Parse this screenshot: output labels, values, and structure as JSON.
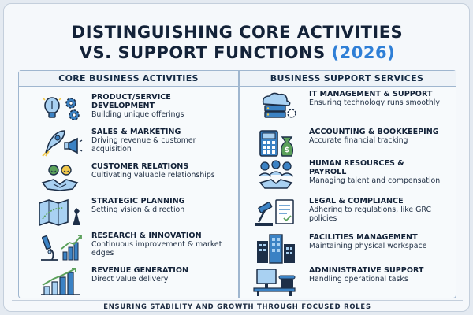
{
  "title": {
    "line1": "DISTINGUISHING CORE ACTIVITIES",
    "line2": "VS. SUPPORT FUNCTIONS",
    "year": "(2026)"
  },
  "columns": {
    "left_header": "CORE BUSINESS ACTIVITIES",
    "right_header": "BUSINESS SUPPORT SERVICES"
  },
  "core": [
    {
      "icon": "lightbulb-gears-icon",
      "title": "PRODUCT/SERVICE DEVELOPMENT",
      "desc": "Building unique offerings"
    },
    {
      "icon": "rocket-megaphone-icon",
      "title": "SALES & MARKETING",
      "desc": "Driving revenue & customer acquisition"
    },
    {
      "icon": "handshake-smiles-icon",
      "title": "CUSTOMER RELATIONS",
      "desc": "Cultivating valuable relationships"
    },
    {
      "icon": "map-chess-icon",
      "title": "STRATEGIC PLANNING",
      "desc": "Setting vision & direction"
    },
    {
      "icon": "microscope-chart-icon",
      "title": "RESEARCH & INNOVATION",
      "desc": "Continuous improvement & market edges"
    },
    {
      "icon": "growth-chart-icon",
      "title": "REVENUE GENERATION",
      "desc": "Direct value delivery"
    }
  ],
  "support": [
    {
      "icon": "cloud-server-icon",
      "title": "IT MANAGEMENT & SUPPORT",
      "desc": "Ensuring technology runs smoothly"
    },
    {
      "icon": "calculator-moneybag-icon",
      "title": "ACCOUNTING & BOOKKEEPING",
      "desc": "Accurate financial tracking"
    },
    {
      "icon": "people-handshake-icon",
      "title": "HUMAN RESOURCES & PAYROLL",
      "desc": "Managing talent and compensation"
    },
    {
      "icon": "gavel-document-icon",
      "title": "LEGAL & COMPLIANCE",
      "desc": "Adhering to regulations, like GRC policies"
    },
    {
      "icon": "buildings-icon",
      "title": "FACILITIES MANAGEMENT",
      "desc": "Maintaining physical workspace"
    },
    {
      "icon": "desk-phone-icon",
      "title": "ADMINISTRATIVE SUPPORT",
      "desc": "Handling operational tasks"
    }
  ],
  "footer": "ENSURING STABILITY AND GROWTH THROUGH FOCUSED ROLES",
  "colors": {
    "accent": "#2f7fd6",
    "icon_blue": "#3b82c4",
    "icon_light": "#a9d1f2",
    "icon_dark": "#1d2f48",
    "icon_green": "#5aa05a",
    "icon_yellow": "#f2c94c"
  }
}
